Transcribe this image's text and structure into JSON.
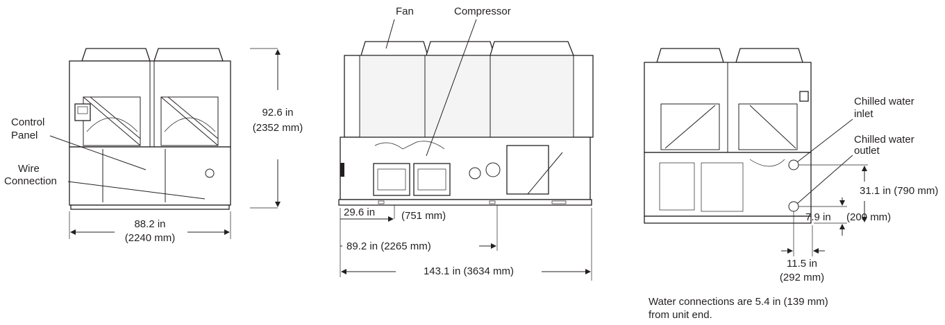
{
  "views": {
    "left": {
      "control_panel_label": [
        "Control",
        "Panel"
      ],
      "wire_connection_label": [
        "Wire",
        "Connection"
      ],
      "height_dim": [
        "92.6 in",
        "(2352 mm)"
      ],
      "width_dim": [
        "88.2 in",
        "(2240 mm)"
      ]
    },
    "middle": {
      "fan_label": "Fan",
      "compressor_label": "Compressor",
      "dim_a_in": "29.6 in",
      "dim_a_mm": "(751 mm)",
      "dim_b": "89.2 in (2265 mm)",
      "dim_c": "143.1 in (3634 mm)"
    },
    "right": {
      "inlet_label": [
        "Chilled water",
        "inlet"
      ],
      "outlet_label": [
        "Chilled water",
        "outlet"
      ],
      "dim_vertical_a": "31.1 in (790 mm)",
      "dim_vertical_b_in": "7.9 in",
      "dim_vertical_b_mm": "(200 mm)",
      "dim_horizontal": [
        "11.5 in",
        "(292 mm)"
      ],
      "note": [
        "Water connections are 5.4 in (139 mm)",
        "from unit end."
      ]
    }
  }
}
